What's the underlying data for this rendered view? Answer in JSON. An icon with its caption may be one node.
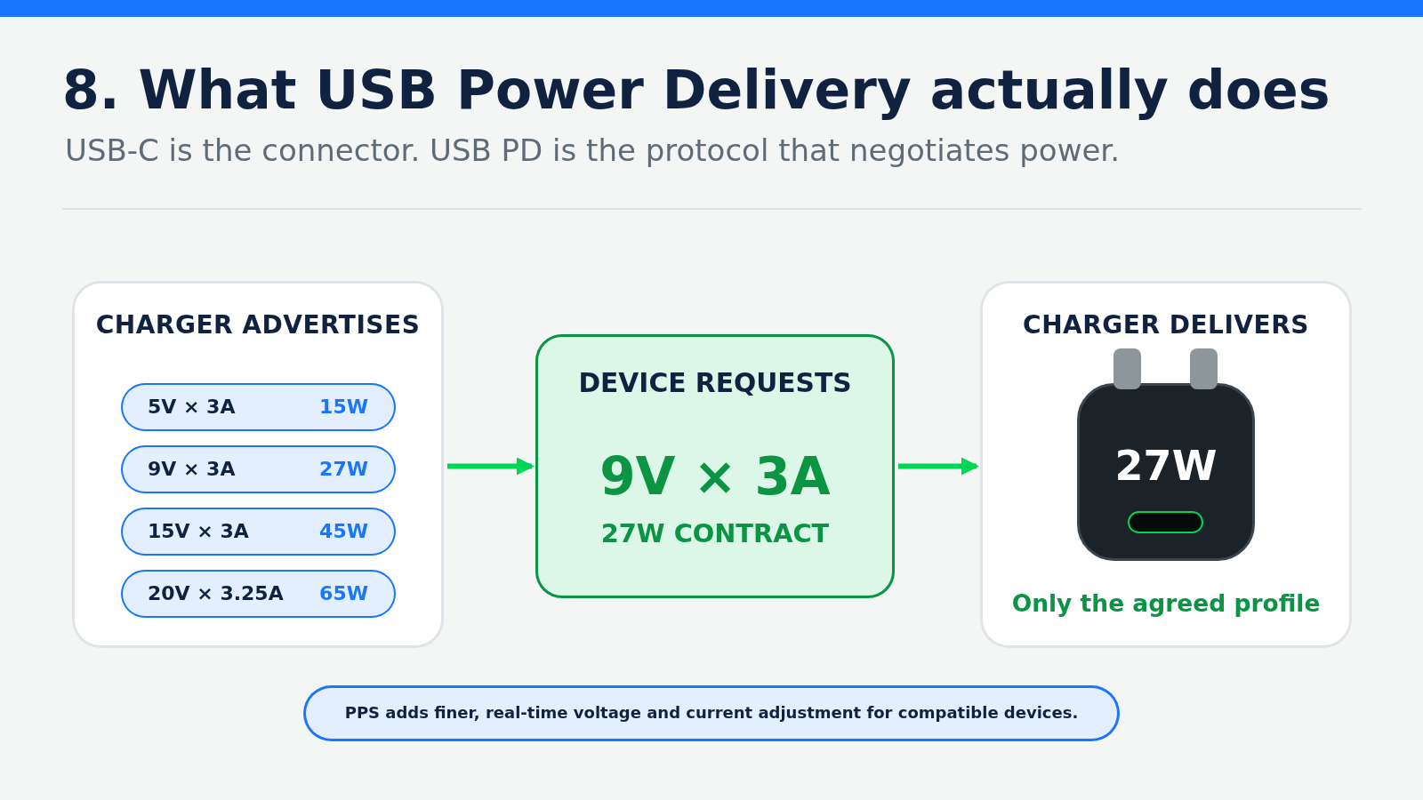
{
  "diagram": {
    "title": "8. What USB Power Delivery actually does",
    "labels": [
      "USB-C is the connector. USB PD is the protocol that negotiates power."
    ],
    "nodes": [
      {
        "text": [
          "CHARGER ADVERTISES"
        ]
      },
      {
        "text": [
          "5V × 3A",
          "15W"
        ],
        "in": 0
      },
      {
        "text": [
          "9V × 3A",
          "27W"
        ],
        "in": 0
      },
      {
        "text": [
          "15V × 3A",
          "45W"
        ],
        "in": 0
      },
      {
        "text": [
          "20V × 3.25A",
          "65W"
        ],
        "in": 0
      },
      {
        "text": [
          "DEVICE REQUESTS",
          "9V × 3A",
          "27W CONTRACT"
        ]
      },
      {
        "text": [
          "CHARGER DELIVERS",
          "Only the agreed profile"
        ]
      },
      {
        "text": [
          "27W"
        ],
        "in": 6
      },
      {
        "text": [
          "PPS adds finer, real-time voltage and current adjustment for compatible devices."
        ]
      }
    ],
    "edges": [
      {
        "from": 0,
        "to": 5,
        "arrow": "to"
      },
      {
        "from": 5,
        "to": 6,
        "arrow": "to"
      }
    ]
  }
}
